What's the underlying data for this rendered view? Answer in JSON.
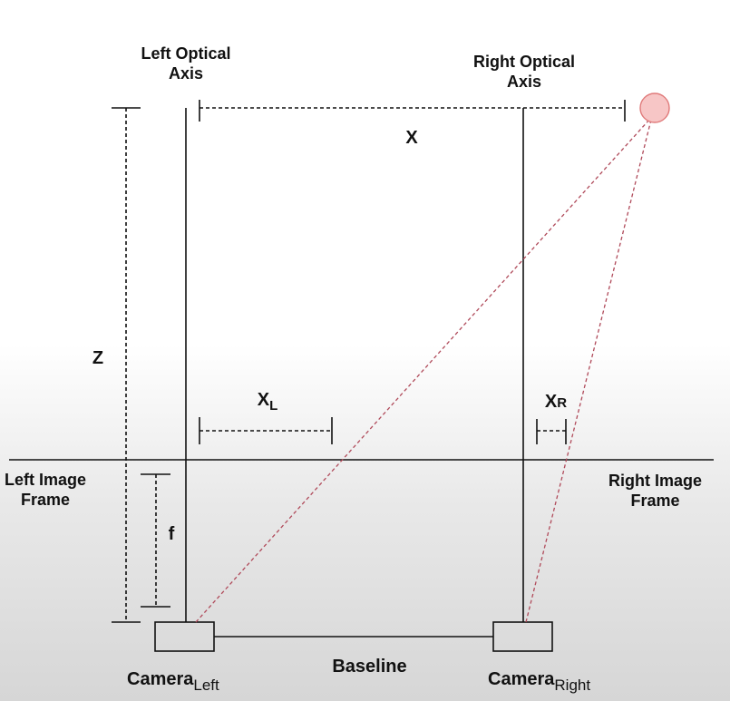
{
  "labels": {
    "left_optical_axis": "Left Optical\nAxis",
    "right_optical_axis": "Right Optical\nAxis",
    "x": "X",
    "z": "Z",
    "xl_main": "X",
    "xl_sub": "L",
    "xr_main": "X",
    "xr_sub": "R",
    "f": "f",
    "left_image_frame": "Left Image\nFrame",
    "right_image_frame": "Right Image\nFrame",
    "baseline": "Baseline",
    "camera_left_main": "Camera",
    "camera_left_sub": "Left",
    "camera_right_main": "Camera",
    "camera_right_sub": "Right"
  },
  "colors": {
    "line": "#111111",
    "ray": "#b04a5a",
    "point_fill": "#f7c6c6",
    "point_stroke": "#e07a7a"
  }
}
